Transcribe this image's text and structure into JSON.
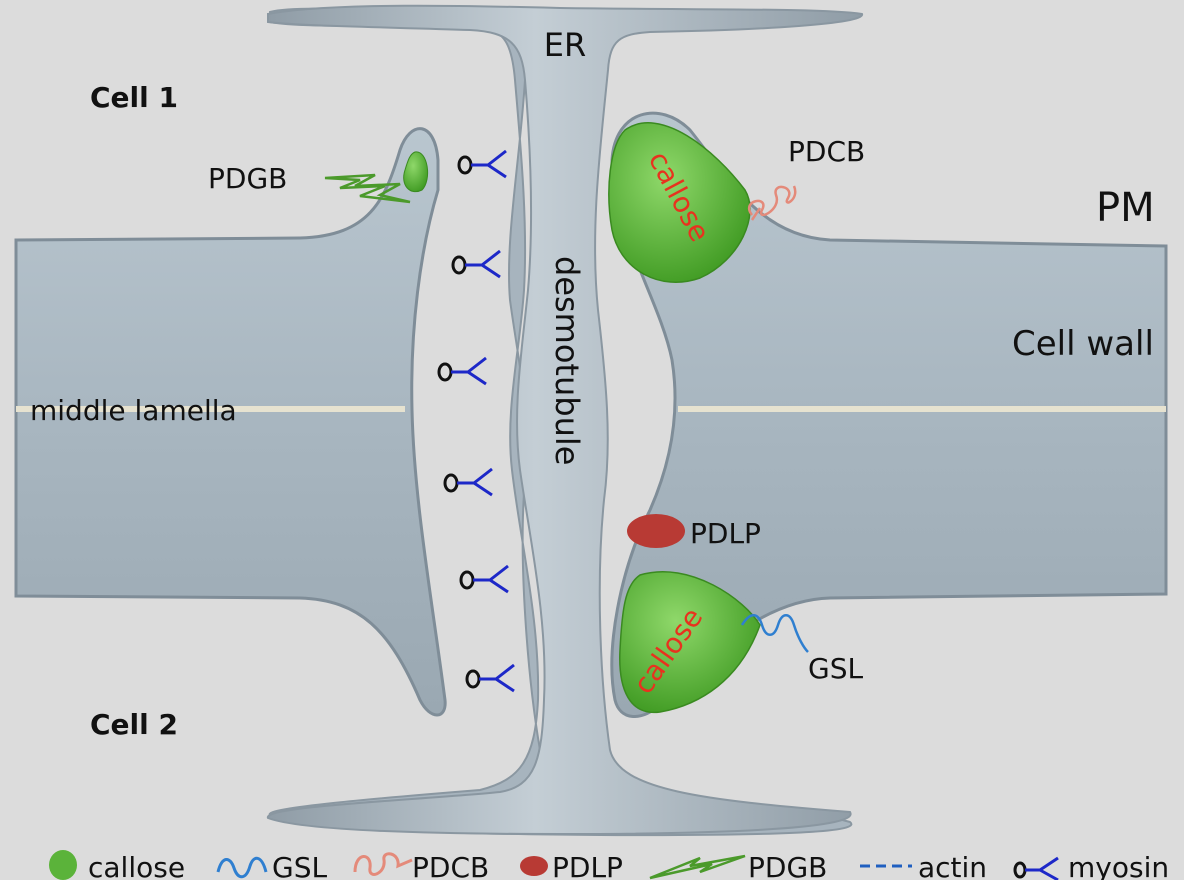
{
  "labels": {
    "er": "ER",
    "cell1": "Cell 1",
    "cell2": "Cell 2",
    "pdgb": "PDGB",
    "pdcb": "PDCB",
    "pm": "PM",
    "cell_wall": "Cell wall",
    "middle_lamella": "middle lamella",
    "desmotubule": "desmotubule",
    "pdlp": "PDLP",
    "gsl": "GSL",
    "callose_top": "callose",
    "callose_bottom": "callose"
  },
  "legend": [
    {
      "key": "callose",
      "label": "callose"
    },
    {
      "key": "gsl",
      "label": "GSL"
    },
    {
      "key": "pdcb",
      "label": "PDCB"
    },
    {
      "key": "pdlp",
      "label": "PDLP"
    },
    {
      "key": "pdgb",
      "label": "PDGB"
    },
    {
      "key": "actin",
      "label": "actin"
    },
    {
      "key": "myosin",
      "label": "myosin"
    }
  ],
  "colors": {
    "background": "#dcdcdc",
    "membrane": "#a9b7c2",
    "membrane_edge": "#7f8d98",
    "callose": "#5bb33a",
    "callose_text": "#e8321e",
    "pdlp": "#b83a34",
    "gsl": "#2f7fd0",
    "pdcb": "#e48a7a",
    "pdgb": "#4b9a2b",
    "actin": "#1f5fc0",
    "myosin": "#1d28c8"
  }
}
